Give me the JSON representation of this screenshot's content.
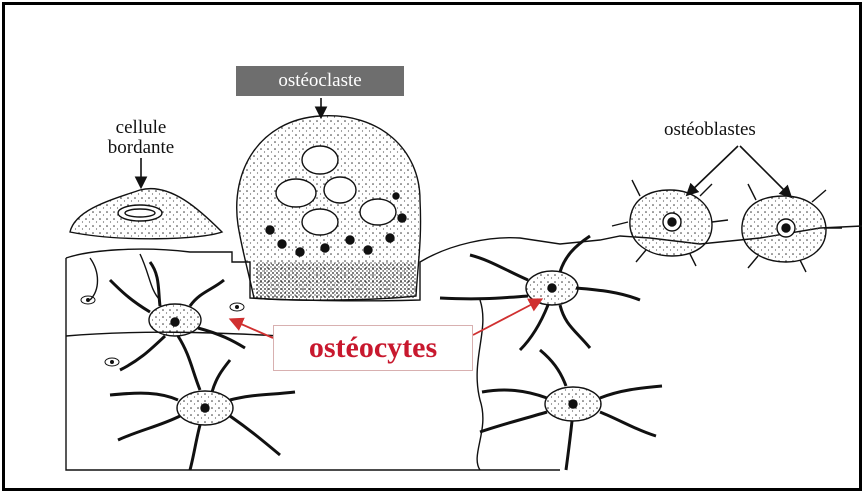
{
  "labels": {
    "osteoclaste": "ostéoclaste",
    "cellule_line1": "cellule",
    "cellule_line2": "bordante",
    "osteoblastes": "ostéoblastes",
    "osteocytes": "ostéocytes"
  },
  "colors": {
    "osteocytes_text": "#c8182e",
    "osteoclaste_box": "#6e6e6e",
    "ink": "#111111",
    "arrow_red": "#d03030"
  }
}
